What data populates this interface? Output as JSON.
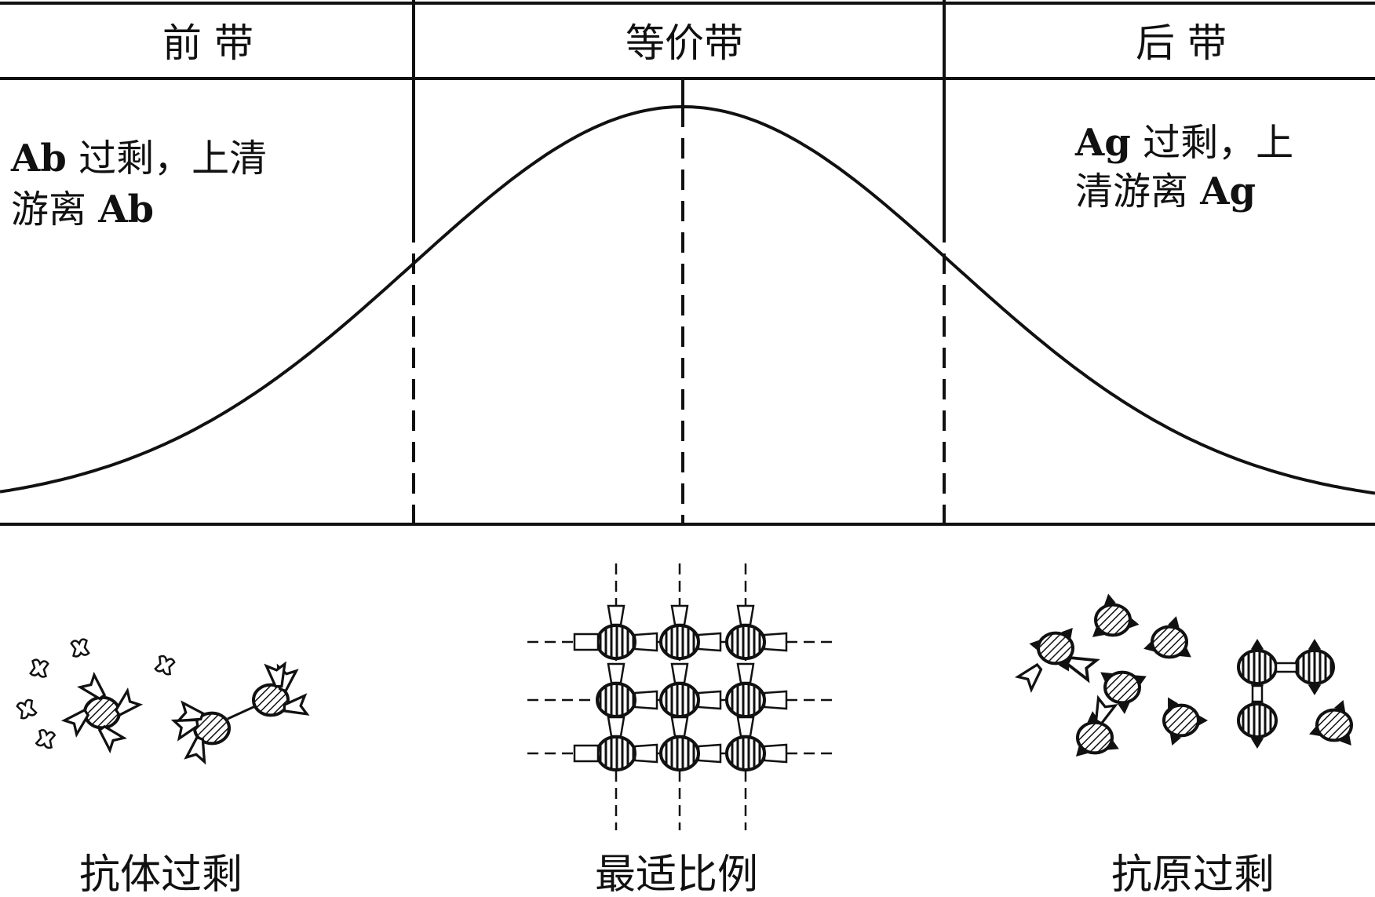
{
  "zones": {
    "prezone": "前 带",
    "equivalence": "等价带",
    "postzone": "后 带"
  },
  "notes": {
    "left": {
      "line1_bold": "Ab",
      "line1_rest": " 过剩，上清",
      "line2_rest": "游离 ",
      "line2_bold": "Ab"
    },
    "right": {
      "line1_bold": "Ag",
      "line1_rest": " 过剩，上",
      "line2_rest": "清游离 ",
      "line2_bold": "Ag"
    }
  },
  "captions": {
    "left": "抗体过剩",
    "center": "最适比例",
    "right": "抗原过剩"
  },
  "colors": {
    "line": "#111111",
    "background": "#ffffff"
  }
}
